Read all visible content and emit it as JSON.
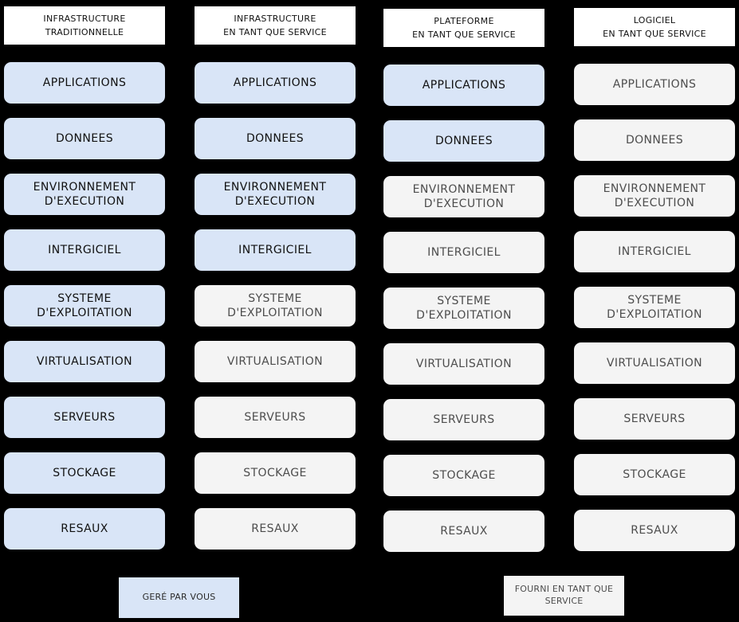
{
  "colors": {
    "background": "#000000",
    "header_bg": "#ffffff",
    "header_text": "#111111",
    "managed_bg": "#d9e5f7",
    "managed_text": "#111111",
    "service_bg": "#f4f4f4",
    "service_text": "#4d4d4d"
  },
  "columns": [
    {
      "id": "infrastructure-traditionnelle",
      "header": "INFRASTRUCTURE\nTRADITIONNELLE",
      "boxes": [
        {
          "label": "APPLICATIONS",
          "state": "managed"
        },
        {
          "label": "DONNEES",
          "state": "managed"
        },
        {
          "label": "ENVIRONNEMENT\nD'EXECUTION",
          "state": "managed"
        },
        {
          "label": "INTERGICIEL",
          "state": "managed"
        },
        {
          "label": "SYSTEME\nD'EXPLOITATION",
          "state": "managed"
        },
        {
          "label": "VIRTUALISATION",
          "state": "managed"
        },
        {
          "label": "SERVEURS",
          "state": "managed"
        },
        {
          "label": "STOCKAGE",
          "state": "managed"
        },
        {
          "label": "RESAUX",
          "state": "managed"
        }
      ]
    },
    {
      "id": "infrastructure-en-tant-que-service",
      "header": "INFRASTRUCTURE\nEN TANT QUE SERVICE",
      "boxes": [
        {
          "label": "APPLICATIONS",
          "state": "managed"
        },
        {
          "label": "DONNEES",
          "state": "managed"
        },
        {
          "label": "ENVIRONNEMENT\nD'EXECUTION",
          "state": "managed"
        },
        {
          "label": "INTERGICIEL",
          "state": "managed"
        },
        {
          "label": "SYSTEME\nD'EXPLOITATION",
          "state": "service"
        },
        {
          "label": "VIRTUALISATION",
          "state": "service"
        },
        {
          "label": "SERVEURS",
          "state": "service"
        },
        {
          "label": "STOCKAGE",
          "state": "service"
        },
        {
          "label": "RESAUX",
          "state": "service"
        }
      ]
    },
    {
      "id": "plateforme-en-tant-que-service",
      "header": "PLATEFORME\nEN TANT QUE SERVICE",
      "boxes": [
        {
          "label": "APPLICATIONS",
          "state": "managed"
        },
        {
          "label": "DONNEES",
          "state": "managed"
        },
        {
          "label": "ENVIRONNEMENT\nD'EXECUTION",
          "state": "service"
        },
        {
          "label": "INTERGICIEL",
          "state": "service"
        },
        {
          "label": "SYSTEME\nD'EXPLOITATION",
          "state": "service"
        },
        {
          "label": "VIRTUALISATION",
          "state": "service"
        },
        {
          "label": "SERVEURS",
          "state": "service"
        },
        {
          "label": "STOCKAGE",
          "state": "service"
        },
        {
          "label": "RESAUX",
          "state": "service"
        }
      ]
    },
    {
      "id": "logiciel-en-tant-que-service",
      "header": "LOGICIEL\nEN TANT QUE SERVICE",
      "boxes": [
        {
          "label": "APPLICATIONS",
          "state": "service"
        },
        {
          "label": "DONNEES",
          "state": "service"
        },
        {
          "label": "ENVIRONNEMENT\nD'EXECUTION",
          "state": "service"
        },
        {
          "label": "INTERGICIEL",
          "state": "service"
        },
        {
          "label": "SYSTEME\nD'EXPLOITATION",
          "state": "service"
        },
        {
          "label": "VIRTUALISATION",
          "state": "service"
        },
        {
          "label": "SERVEURS",
          "state": "service"
        },
        {
          "label": "STOCKAGE",
          "state": "service"
        },
        {
          "label": "RESAUX",
          "state": "service"
        }
      ]
    }
  ],
  "legend": {
    "managed": {
      "label": "GERÉ PAR VOUS",
      "color": "#d9e5f7"
    },
    "service": {
      "label": "FOURNI EN TANT QUE\nSERVICE",
      "color": "#f4f4f4"
    }
  }
}
